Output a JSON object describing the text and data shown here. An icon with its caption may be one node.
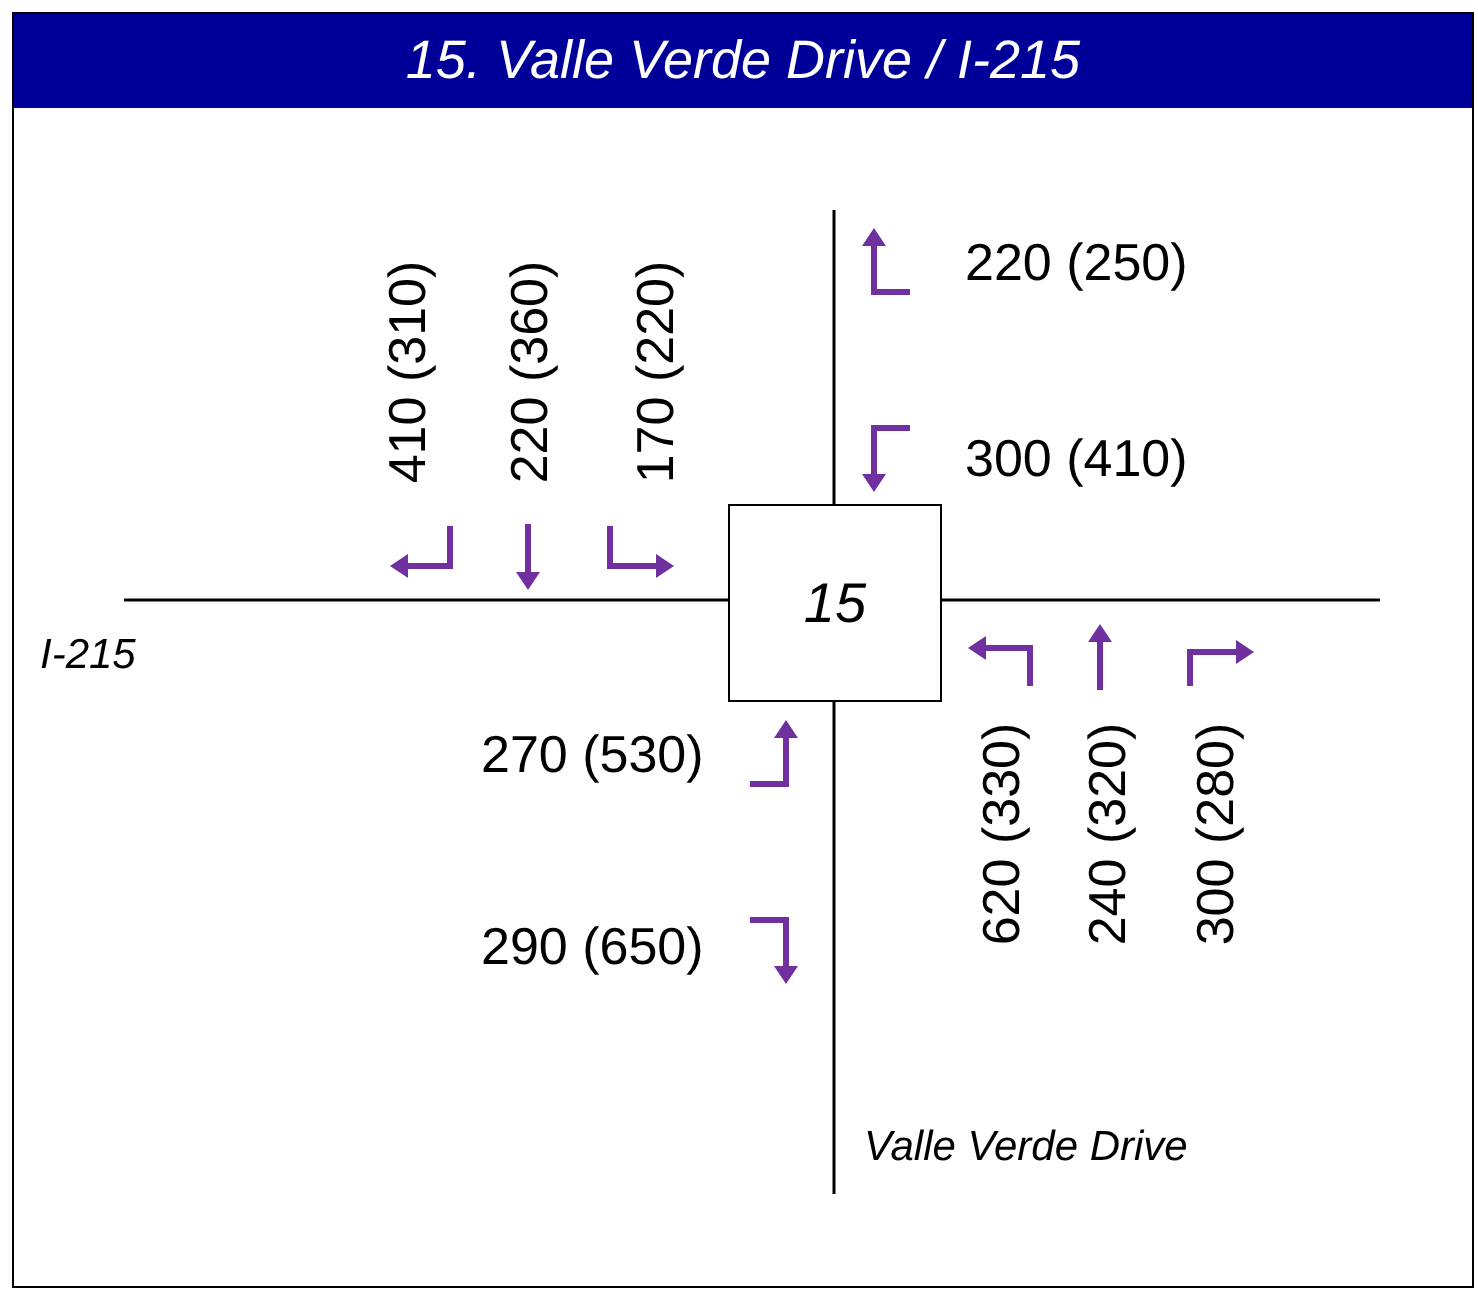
{
  "diagram": {
    "title": "15. Valle Verde Drive / I-215",
    "nodes": [
      {
        "text": [
          "15"
        ]
      }
    ],
    "edges": [],
    "labels": [
      "410 (310)",
      "220 (360)",
      "170 (220)",
      "220 (250)",
      "300 (410)",
      "I-215",
      "270 (530)",
      "620 (330)",
      "240 (320)",
      "300 (280)",
      "290 (650)",
      "Valle Verde Drive"
    ]
  }
}
